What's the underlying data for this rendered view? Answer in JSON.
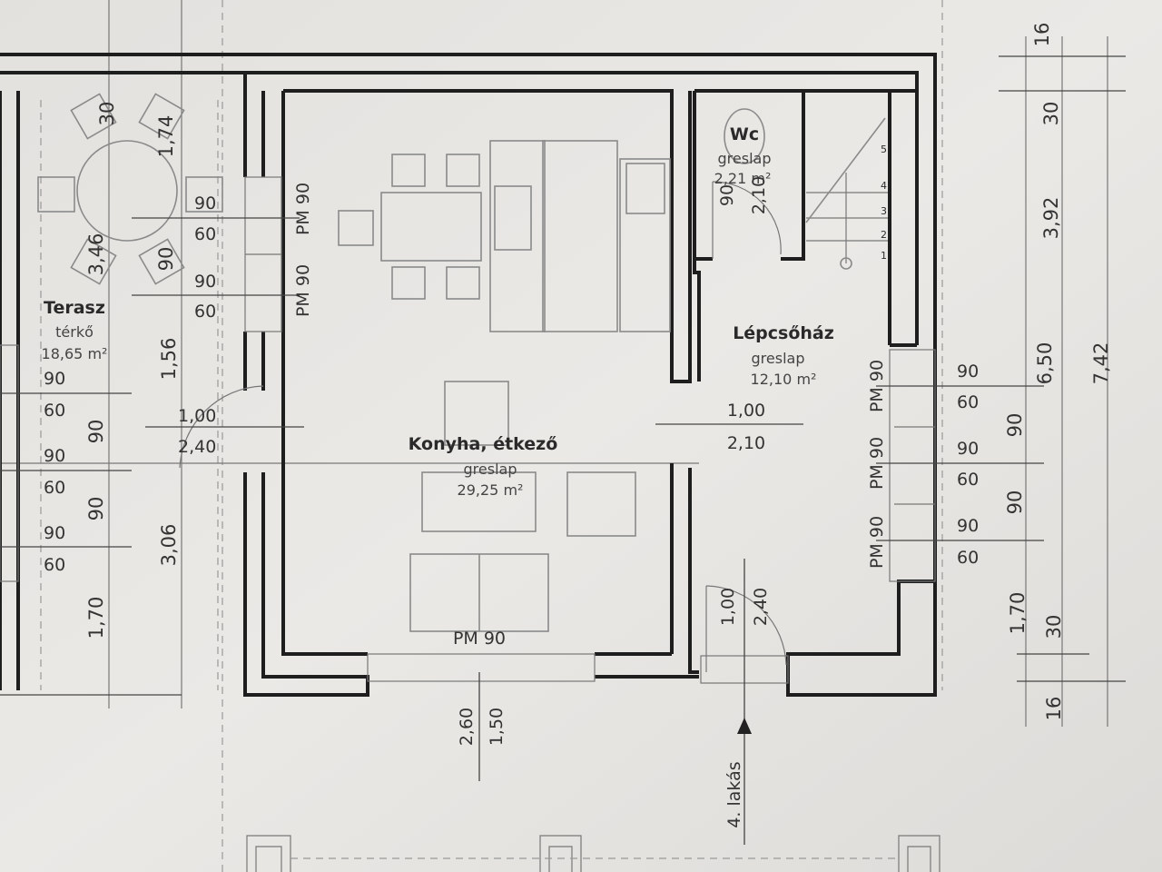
{
  "rooms": {
    "terrace": {
      "name": "Terasz",
      "floor": "térkő",
      "area": "18,65 m²"
    },
    "kitchen": {
      "name": "Konyha, étkező",
      "floor": "greslap",
      "area": "29,25 m²"
    },
    "wc": {
      "name": "Wc",
      "floor": "greslap",
      "area": "2,21 m²"
    },
    "stairwell": {
      "name": "Lépcsőház",
      "floor": "greslap",
      "area": "12,10 m²"
    }
  },
  "dimensions": {
    "terrace": [
      "30",
      "1,74",
      "3,46",
      "90",
      "1,56",
      "90",
      "90",
      "3,06",
      "1,70"
    ],
    "terrace_windows": [
      "90",
      "60",
      "90",
      "60"
    ],
    "terrace_left_windows": [
      "90",
      "60",
      "90",
      "60",
      "90",
      "60"
    ],
    "terrace_door": [
      "1,00",
      "2,40"
    ],
    "kitchen_window_labels": [
      "PM 90",
      "PM 90",
      "PM 90"
    ],
    "stair_door": [
      "1,00",
      "2,10"
    ],
    "entrance_door": [
      "1,00",
      "2,40"
    ],
    "bottom_window": [
      "2,60",
      "1,50"
    ],
    "wc_door": [
      "90",
      "2,10"
    ],
    "right_windows": [
      "PM 90",
      "PM 90",
      "PM 90"
    ],
    "right_window_pairs": [
      "90",
      "60",
      "90",
      "60",
      "90",
      "60"
    ],
    "right_chain": [
      "16",
      "30",
      "3,92",
      "90",
      "90",
      "1,70",
      "30",
      "16"
    ],
    "right_totals": [
      "6,50",
      "7,42"
    ]
  },
  "stair_steps": [
    "1",
    "2",
    "3",
    "4",
    "5"
  ],
  "entrance_label": "4. lakás"
}
